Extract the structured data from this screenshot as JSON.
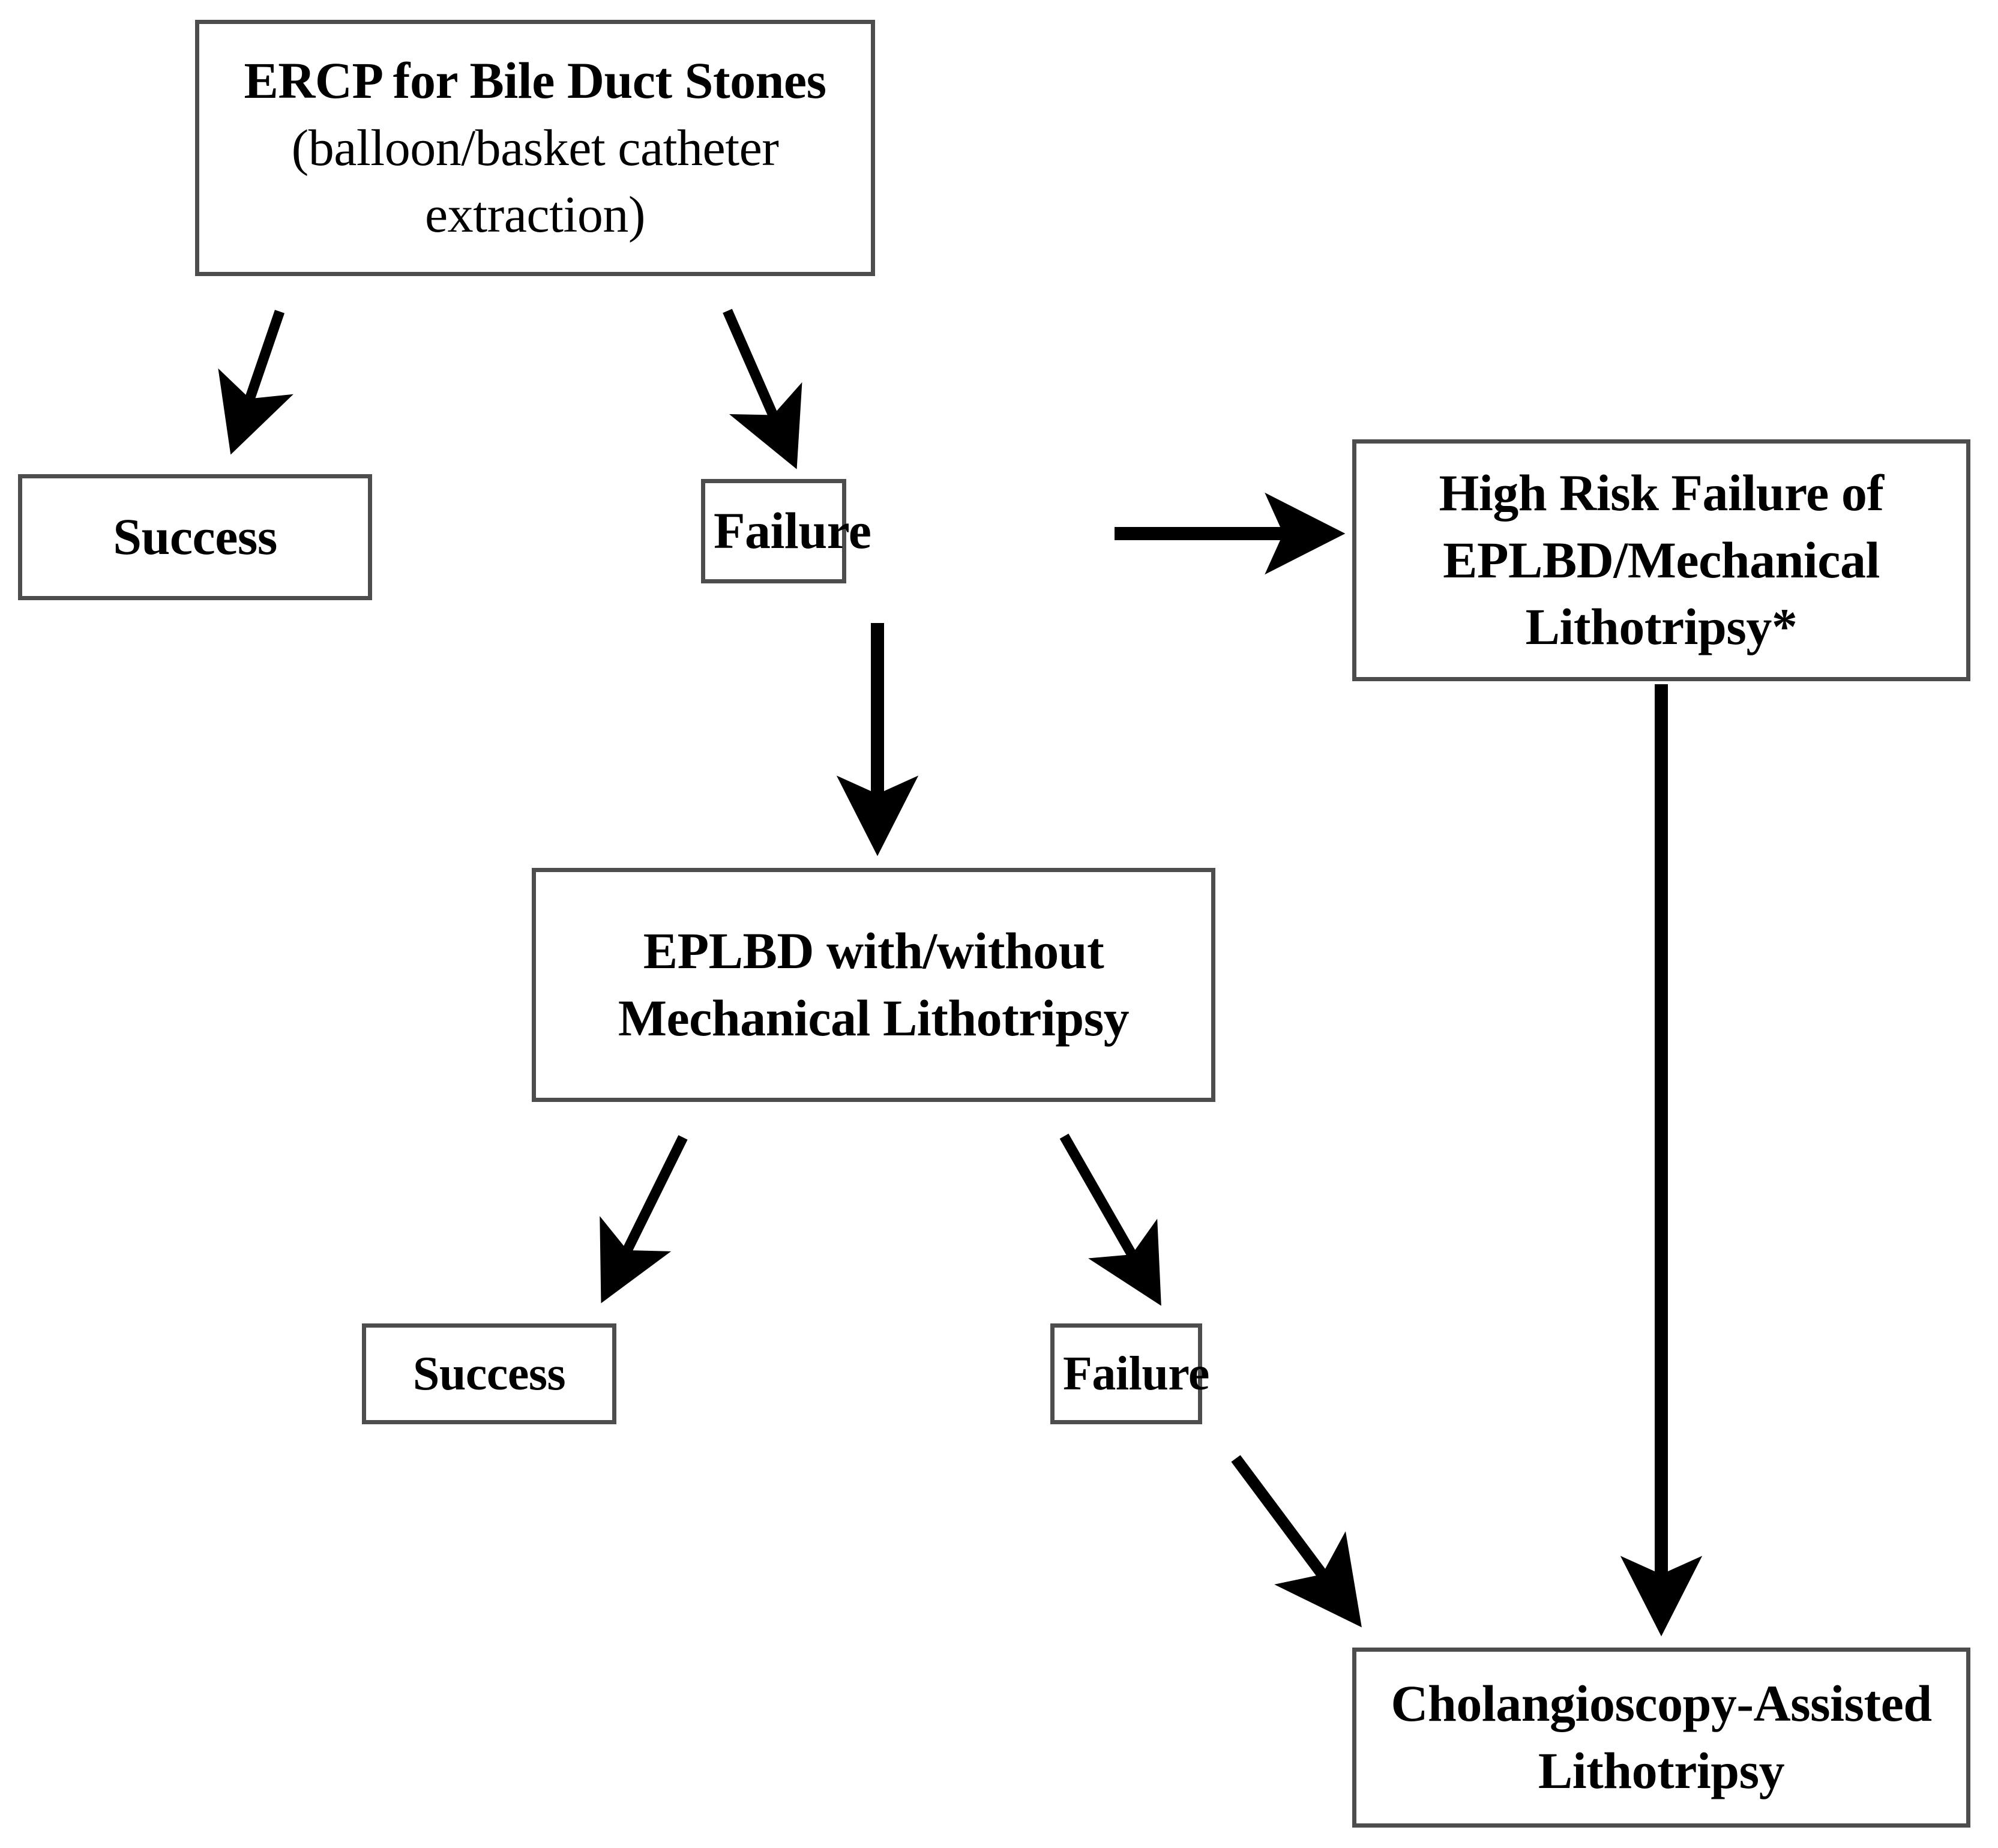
{
  "figure": {
    "type": "flowchart",
    "title": "ERCP bile duct stone management algorithm",
    "accent_color": "#000000",
    "box_border_color": "#4d4d4d",
    "background_color": "#ffffff"
  },
  "nodes": [
    {
      "id": "ercp",
      "bold_text": "ERCP for Bile Duct Stones",
      "regular_text": " (balloon/basket catheter extraction)",
      "full_text": "ERCP for Bile Duct Stones (balloon/basket catheter extraction)"
    },
    {
      "id": "success-1",
      "label": "Success"
    },
    {
      "id": "failure-1",
      "label": "Failure"
    },
    {
      "id": "highrisk",
      "label": "High Risk Failure of EPLBD/Mechanical Lithotripsy*"
    },
    {
      "id": "eplbd",
      "label": "EPLBD with/without Mechanical Lithotripsy"
    },
    {
      "id": "success-2",
      "label": "Success"
    },
    {
      "id": "failure-2",
      "label": "Failure"
    },
    {
      "id": "cholangio",
      "label": "Cholangioscopy-Assisted Lithotripsy"
    }
  ],
  "edges": [
    {
      "id": "ercp-to-success",
      "from": "ercp",
      "to": "success-1",
      "style": "diagonal-arrow"
    },
    {
      "id": "ercp-to-failure",
      "from": "ercp",
      "to": "failure-1",
      "style": "diagonal-arrow"
    },
    {
      "id": "failure-to-highrisk",
      "from": "failure-1",
      "to": "highrisk",
      "style": "horizontal-arrow"
    },
    {
      "id": "failure-to-eplbd",
      "from": "failure-1",
      "to": "eplbd",
      "style": "vertical-arrow"
    },
    {
      "id": "eplbd-to-success",
      "from": "eplbd",
      "to": "success-2",
      "style": "diagonal-arrow"
    },
    {
      "id": "eplbd-to-failure",
      "from": "eplbd",
      "to": "failure-2",
      "style": "diagonal-arrow"
    },
    {
      "id": "failure2-to-cholangio",
      "from": "failure-2",
      "to": "cholangio",
      "style": "diagonal-arrow"
    },
    {
      "id": "highrisk-to-cholangio",
      "from": "highrisk",
      "to": "cholangio",
      "style": "vertical-arrow"
    }
  ]
}
